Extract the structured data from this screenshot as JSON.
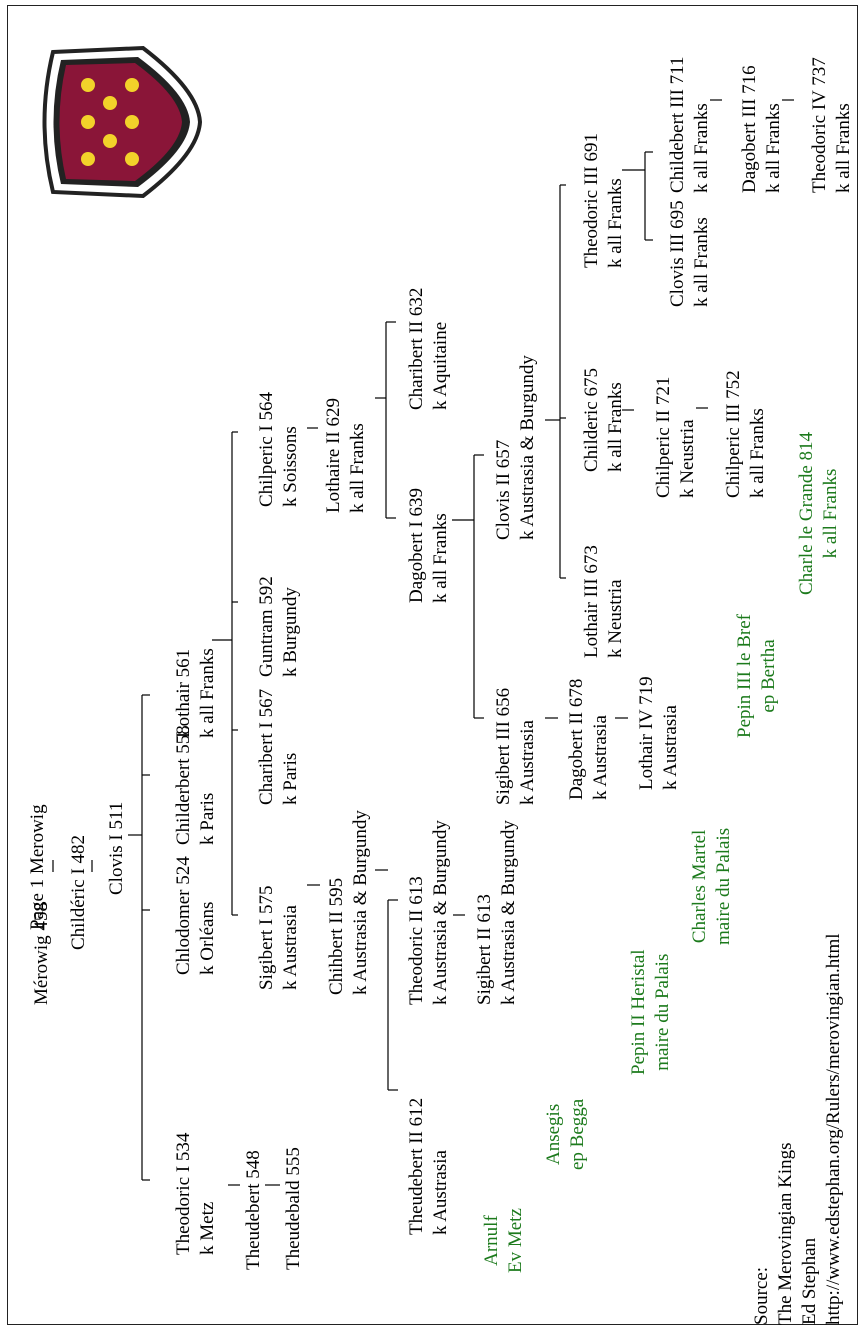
{
  "page_label": "Page 1 Merowig",
  "source": {
    "heading": "Source:",
    "title": "The Merovingian Kings",
    "author": "Ed Stephan",
    "url": "http://www.edstephan.org/Rulers/merovingian.html"
  },
  "colors": {
    "ruler_text": "#000000",
    "mayor_text": "#1c7a1c",
    "shield_fill": "#8a1538",
    "fleur": "#f2d22a"
  },
  "icons": [
    "heraldic-shield-icon",
    "fleur-de-lis-icon"
  ],
  "people": {
    "merowig": [
      "Mérowig  458"
    ],
    "childeric1": [
      "Childéric I  482"
    ],
    "clovis1": [
      "Clovis I  511"
    ],
    "theodoric1": [
      "Theodoric I 534",
      "k Metz"
    ],
    "chlodomer": [
      "Chlodomer 524",
      "k Orléans"
    ],
    "childebert1": [
      "Childerbert 558",
      "k Paris"
    ],
    "lothair1": [
      "Lothair  561",
      "k all Franks"
    ],
    "theudebert1": [
      "Theudebert 548"
    ],
    "theudebald": [
      "Theudebald 555"
    ],
    "sigibert1": [
      "Sigibert I 575",
      "k Austrasia"
    ],
    "charibert1": [
      "Charibert I 567",
      "k Paris"
    ],
    "guntram": [
      "Guntram 592",
      "k Burgundy"
    ],
    "chilperic1": [
      "Chilperic I 564",
      "k Soissons"
    ],
    "childebert2": [
      "Chihbert II 595",
      "k Austrasia & Burgundy"
    ],
    "lothaire2": [
      "Lothaire II  629",
      "k all Franks"
    ],
    "theudebert2": [
      "Theudebert II 612",
      "k Austrasia"
    ],
    "theodoric2": [
      "Theodoric II 613",
      "k Austrasia & Burgundy"
    ],
    "sigibert2": [
      "Sigibert II  613",
      "k Austrasia & Burgundy"
    ],
    "dagobert1": [
      "Dagobert I  639",
      "k all Franks"
    ],
    "charibert2": [
      "Charibert II  632",
      "k Aquitaine"
    ],
    "sigibert3": [
      "Sigibert III 656",
      "k Austrasia"
    ],
    "clovis2": [
      "Clovis II  657",
      "k Austrasia & Burgundy"
    ],
    "dagobert2": [
      "Dagobert II 678",
      "k Austrasia"
    ],
    "lothair4": [
      "Lothair IV 719",
      "k Austrasia"
    ],
    "lothair3": [
      "Lothair III 673",
      "k Neustria"
    ],
    "childeric2": [
      "Childeric 675",
      "k all Franks"
    ],
    "theodoric3": [
      "Theodoric III 691",
      "k all Franks"
    ],
    "chilperic2": [
      "Chilperic II 721",
      "k Neustria"
    ],
    "chilperic3": [
      "Chilperic III 752",
      "k all Franks"
    ],
    "clovis3": [
      "Clovis III 695",
      "k all Franks"
    ],
    "childebert3": [
      "Childebert III 711",
      "k all Franks"
    ],
    "dagobert3": [
      "Dagobert III 716",
      "k all Franks"
    ],
    "theodoric4": [
      "Theodoric IV  737",
      "k all Franks"
    ]
  },
  "mayors": {
    "arnulf": [
      "Arnulf",
      "Ev Metz"
    ],
    "ansegis": [
      "Ansegis",
      "ep Begga"
    ],
    "pepin2": [
      "Pepin II Heristal",
      "maire du Palais"
    ],
    "charles_martel": [
      "Charles Martel",
      "maire du Palais"
    ],
    "pepin3": [
      "Pepin III le Bref",
      "ep Bertha"
    ],
    "charlemagne": [
      "Charle le Grande 814",
      "k all Franks"
    ]
  }
}
